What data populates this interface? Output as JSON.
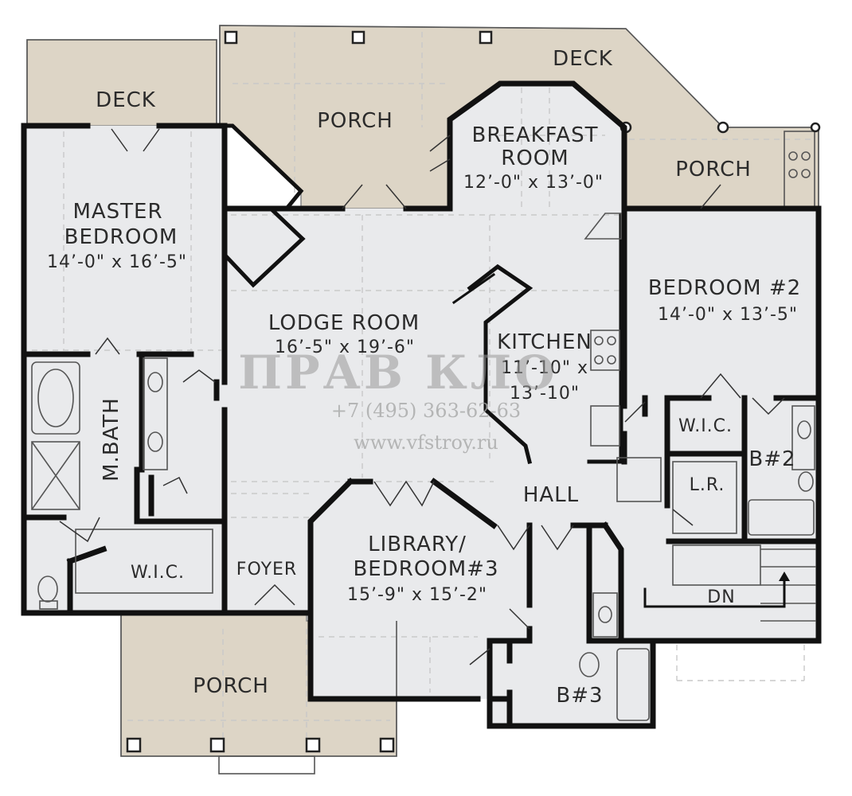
{
  "rooms": {
    "deck_left": "DECK",
    "porch_top": "PORCH",
    "deck_top_right": "DECK",
    "breakfast_name_1": "BREAKFAST",
    "breakfast_name_2": "ROOM",
    "breakfast_dim": "12’-0\" x 13’-0\"",
    "porch_right": "PORCH",
    "master_name_1": "MASTER",
    "master_name_2": "BEDROOM",
    "master_dim": "14’-0\" x 16’-5\"",
    "lodge_name": "LODGE ROOM",
    "lodge_dim": "16’-5\" x 19’-6\"",
    "kitchen_name": "KITCHEN",
    "kitchen_dim_1": "11’-10\" x",
    "kitchen_dim_2": "13’-10\"",
    "bed2_name": "BEDROOM #2",
    "bed2_dim": "14’-0\" x 13’-5\"",
    "mbath": "M.BATH",
    "wic_right": "W.I.C.",
    "b2": "B#2",
    "lr": "L.R.",
    "hall": "HALL",
    "library_name_1": "LIBRARY/",
    "library_name_2": "BEDROOM#3",
    "library_dim": "15’-9\" x 15’-2\"",
    "wic_left": "W.I.C.",
    "foyer": "FOYER",
    "dn": "DN",
    "porch_bottom": "PORCH",
    "b3": "B#3"
  },
  "watermark": {
    "brand": "ПРАВ КЛО",
    "phone": "+7 (495) 363-62-63",
    "url": "www.vfstroy.ru"
  },
  "colors": {
    "exterior_fill": "#ddd5c6",
    "interior_fill": "#e9eaec",
    "wall": "#111111",
    "text": "#2b2b2b"
  }
}
